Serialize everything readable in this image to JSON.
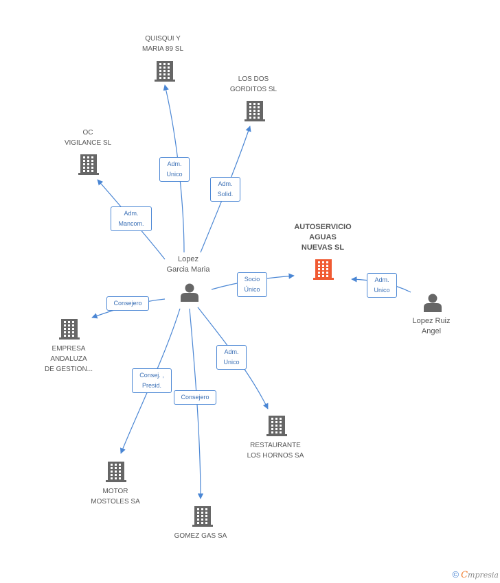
{
  "colors": {
    "edge": "#4a86d4",
    "node": "#666666",
    "focus_node": "#f05a32",
    "edge_text": "#3a6fb5"
  },
  "nodes": {
    "quisqui": {
      "label": "QUISQUI Y\nMARIA 89 SL",
      "icon": "building-icon"
    },
    "los_dos_gorditos": {
      "label": "LOS DOS\nGORDITOS  SL",
      "icon": "building-icon"
    },
    "oc_vigilance": {
      "label": "OC\nVIGILANCE SL",
      "icon": "building-icon"
    },
    "autoservicio": {
      "label": "AUTOSERVICIO\nAGUAS\nNUEVAS SL",
      "icon": "building-icon"
    },
    "lopez_garcia": {
      "label": "Lopez\nGarcia Maria",
      "icon": "person-icon"
    },
    "lopez_ruiz": {
      "label": "Lopez Ruiz\nAngel",
      "icon": "person-icon"
    },
    "empresa_andaluza": {
      "label": "EMPRESA\nANDALUZA\nDE GESTION...",
      "icon": "building-icon"
    },
    "restaurante": {
      "label": "RESTAURANTE\nLOS HORNOS SA",
      "icon": "building-icon"
    },
    "motor": {
      "label": "MOTOR\nMOSTOLES SA",
      "icon": "building-icon"
    },
    "gomez_gas": {
      "label": "GOMEZ GAS SA",
      "icon": "building-icon"
    }
  },
  "edges": {
    "to_quisqui": "Adm.\nUnico",
    "to_gorditos": "Adm.\nSolid.",
    "to_vigilance": "Adm.\nMancom.",
    "to_autoservicio": "Socio\nÚnico",
    "ruiz_to_autoservicio": "Adm.\nUnico",
    "to_empresa": "Consejero",
    "to_restaurante": "Adm.\nUnico",
    "to_motor": "Consej. ,\nPresid.",
    "to_gomez": "Consejero"
  },
  "footer": {
    "copyright": "©",
    "brand_first": "C",
    "brand_rest": "mpresia"
  }
}
